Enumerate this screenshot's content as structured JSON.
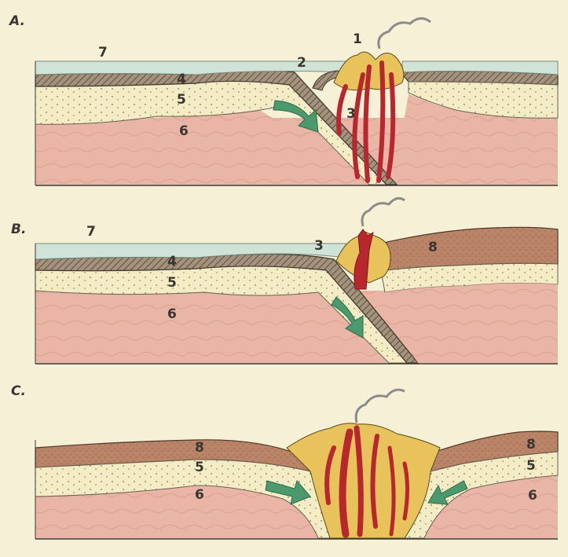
{
  "panels": [
    {
      "letter": "A.",
      "numbers": {
        "n1": "1",
        "n2": "2",
        "n3": "3",
        "n4": "4",
        "n5": "5",
        "n6": "6",
        "n7": "7"
      }
    },
    {
      "letter": "B.",
      "numbers": {
        "n3": "3",
        "n4": "4",
        "n5": "5",
        "n6": "6",
        "n7": "7",
        "n8": "8"
      }
    },
    {
      "letter": "C.",
      "numbers": {
        "n5a": "5",
        "n5b": "5",
        "n6a": "6",
        "n6b": "6",
        "n8a": "8",
        "n8b": "8"
      }
    }
  ],
  "colors": {
    "mantle": "#e8b5a6",
    "mantle_dark": "#d8978a",
    "sediment": "#f4ecc4",
    "crust": "#8e7e6c",
    "continent": "#b98468",
    "water": "#cfe3d6",
    "volcano": "#e8c25a",
    "magma": "#b8262e",
    "arrow": "#4a9a6e",
    "smoke": "#8c8c8c"
  }
}
